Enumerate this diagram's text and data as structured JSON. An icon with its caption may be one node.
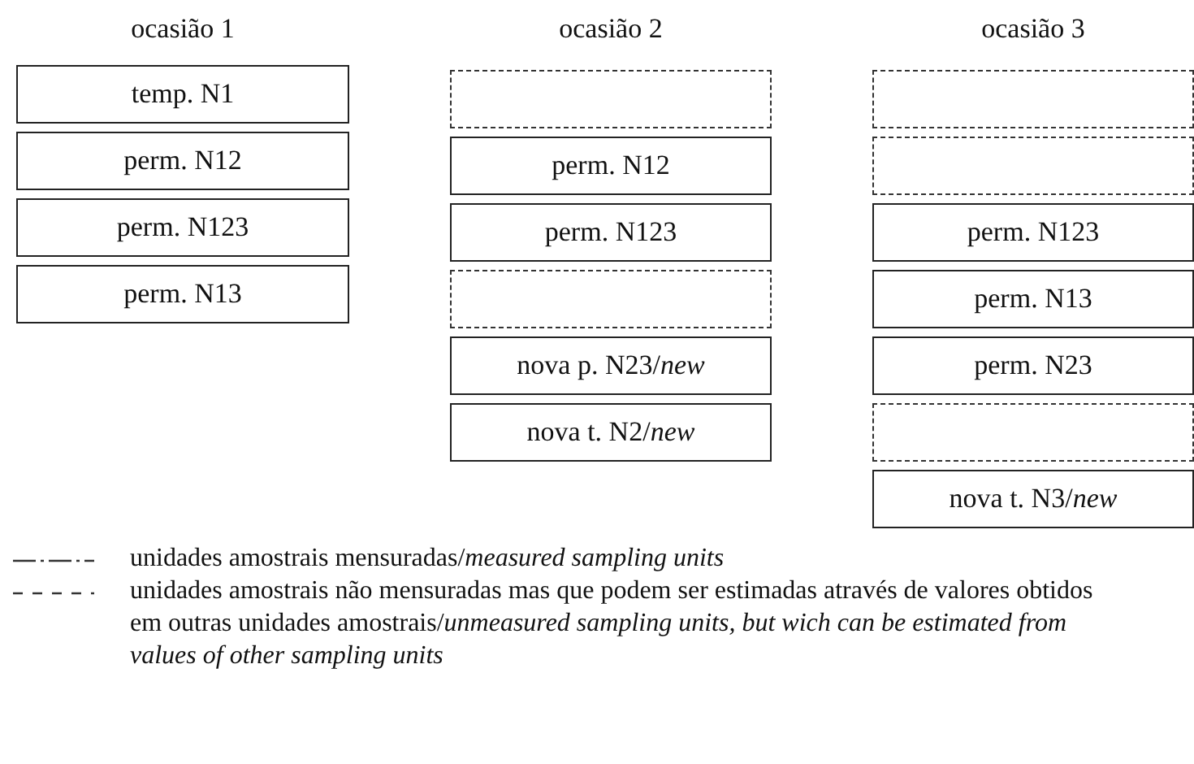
{
  "diagram": {
    "nodes": [
      {
        "text": [
          "temp. N1"
        ]
      },
      {
        "text": [
          "perm. N12"
        ]
      },
      {
        "text": [
          "perm. N123"
        ]
      },
      {
        "text": [
          "perm. N13"
        ]
      },
      {
        "text": [],
        "shape": "box"
      },
      {
        "text": [
          "perm. N12"
        ]
      },
      {
        "text": [
          "perm. N123"
        ]
      },
      {
        "text": [],
        "shape": "box"
      },
      {
        "text": [
          "nova p. N23/*new*"
        ]
      },
      {
        "text": [
          "nova t. N2/*new*"
        ]
      },
      {
        "text": [],
        "shape": "box"
      },
      {
        "text": [],
        "shape": "box"
      },
      {
        "text": [
          "perm. N123"
        ]
      },
      {
        "text": [
          "perm. N13"
        ]
      },
      {
        "text": [
          "perm. N23"
        ]
      },
      {
        "text": [],
        "shape": "box"
      },
      {
        "text": [
          "nova t. N3/*new*"
        ]
      }
    ],
    "edges": [],
    "labels": [
      "ocasião 1",
      "ocasião 2",
      "ocasião 3"
    ],
    "legend": [
      {
        "text": "unidades amostrais mensuradas/*measured sampling units*"
      },
      {
        "text": "unidades amostrais não mensuradas mas que podem ser estimadas através de valores obtidos em outras unidades amostrais/*unmeasured sampling units, but wich can be estimated from values of other sampling units*"
      }
    ]
  }
}
